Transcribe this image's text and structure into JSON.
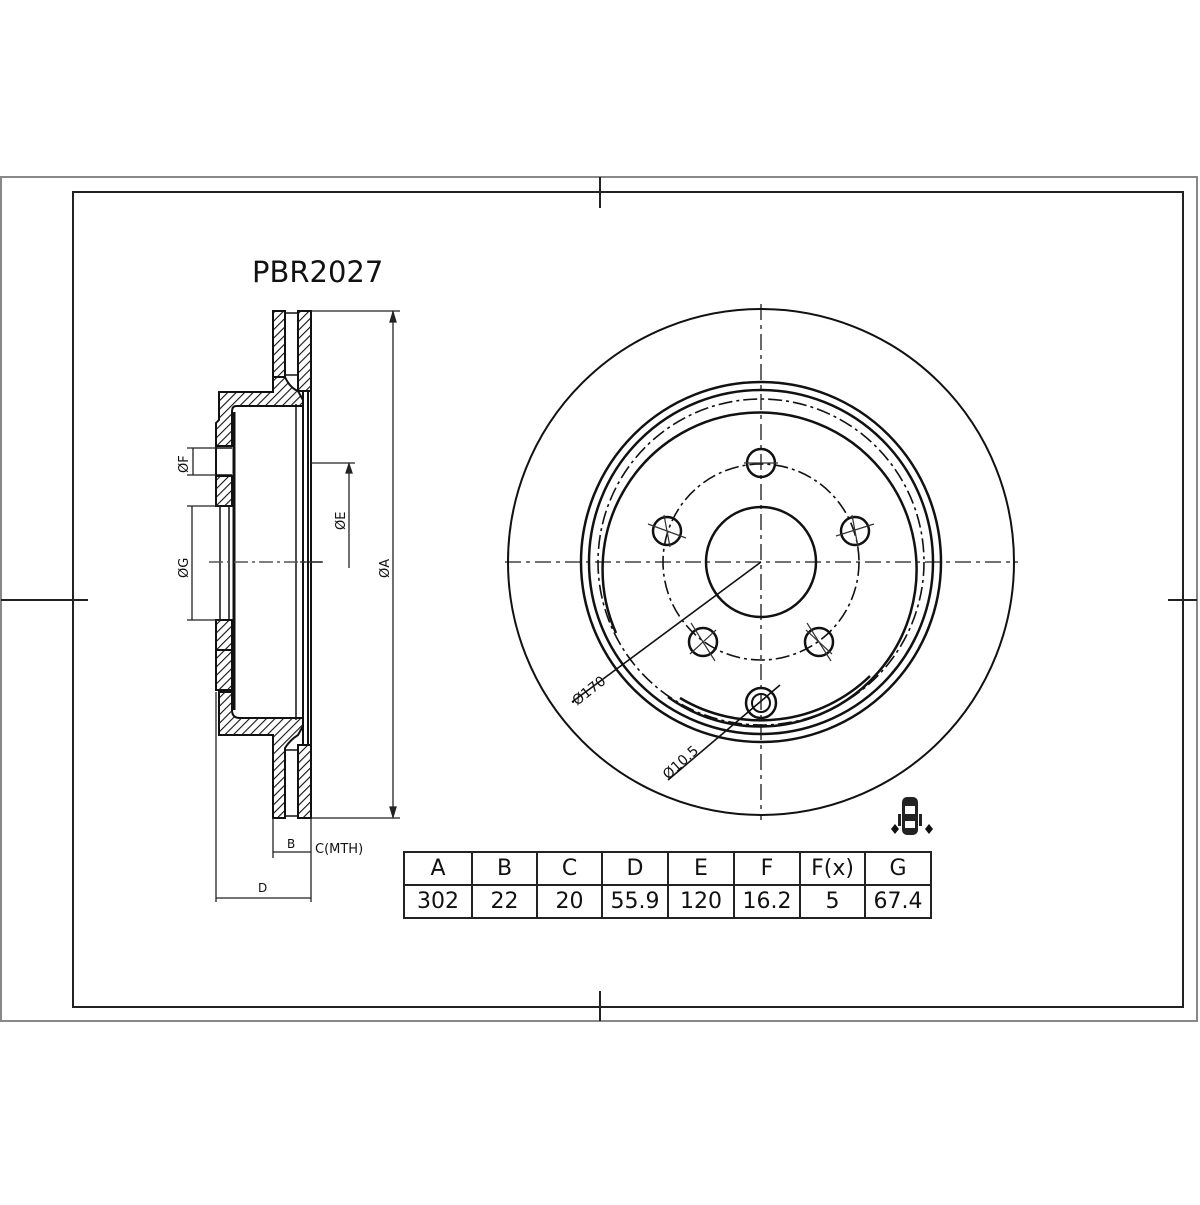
{
  "drawing": {
    "part_number": "PBR2027",
    "type": "Vented brake disc technical drawing",
    "side_view_labels": {
      "diameter_f": "ØF",
      "diameter_g": "ØG",
      "diameter_e": "ØE",
      "diameter_a": "ØA",
      "width_b": "B",
      "thickness_c": "C(MTH)",
      "height_d": "D"
    },
    "front_view_labels": {
      "bolt_circle": "Ø170",
      "small_hole": "Ø10.5"
    },
    "position_icon": "car-rear-axle-icon"
  },
  "spec_table": {
    "headers": [
      "A",
      "B",
      "C",
      "D",
      "E",
      "F",
      "F(x)",
      "G"
    ],
    "values": [
      "302",
      "22",
      "20",
      "55.9",
      "120",
      "16.2",
      "5",
      "67.4"
    ]
  },
  "colors": {
    "line": "#111111",
    "frame_outer": "#777777",
    "background": "#ffffff"
  }
}
